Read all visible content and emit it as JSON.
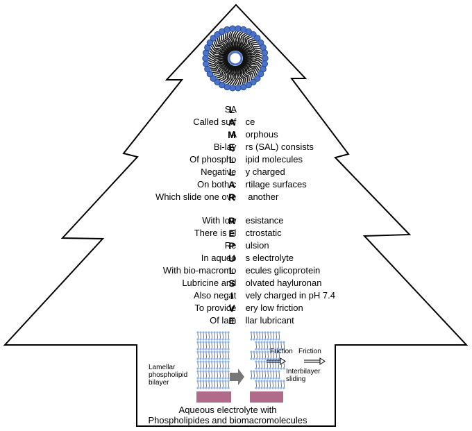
{
  "acrostic": {
    "group1": [
      {
        "pre": "SA ",
        "key": "L",
        "post": ""
      },
      {
        "pre": "Called surf ",
        "key": "A",
        "post": " ce"
      },
      {
        "pre": "A ",
        "key": "M",
        "post": " orphous"
      },
      {
        "pre": "Bi-lay ",
        "key": "E",
        "post": " rs (SAL) consists"
      },
      {
        "pre": "Of phospho ",
        "key": "L",
        "post": " ipid molecules"
      },
      {
        "pre": "Negative ",
        "key": "L",
        "post": " y charged"
      },
      {
        "pre": "On both c ",
        "key": "A",
        "post": " rtilage surfaces"
      },
      {
        "pre": "Which slide one ove ",
        "key": "R",
        "post": "  another"
      }
    ],
    "group2": [
      {
        "pre": "With low ",
        "key": "R",
        "post": " esistance"
      },
      {
        "pre": "There is el ",
        "key": "E",
        "post": " ctrostatic"
      },
      {
        "pre": "Re ",
        "key": "P",
        "post": " ulsion"
      },
      {
        "pre": "In aqueo ",
        "key": "U",
        "post": " s electrolyte"
      },
      {
        "pre": "With bio-macromo ",
        "key": "L",
        "post": " ecules glicoprotein"
      },
      {
        "pre": "Lubricine and ",
        "key": "S",
        "post": " olvated hayluronan"
      },
      {
        "pre": "Also negat ",
        "key": "I",
        "post": " vely charged in pH 7.4"
      },
      {
        "pre": "To provide ",
        "key": "V",
        "post": " ery low friction"
      },
      {
        "pre": "Of lam ",
        "key": "E",
        "post": " llar lubricant"
      }
    ]
  },
  "figure": {
    "left_label_lines": [
      "Lamellar",
      "phospholipid",
      "bilayer"
    ],
    "friction_label_1": "Friction",
    "friction_label_2": "Friction",
    "right_label_lines": [
      "Interbilayer",
      "sliding"
    ]
  },
  "footer": {
    "line1": "Aqueous electrolyte with",
    "line2": "Phospholipides and biomacromolecules"
  },
  "colors": {
    "outline": "#000000",
    "head_fill": "#4a72c8",
    "head_stroke": "#1d3f8c",
    "cartilage": "#b06a8a",
    "arrow_fill": "#777777"
  }
}
